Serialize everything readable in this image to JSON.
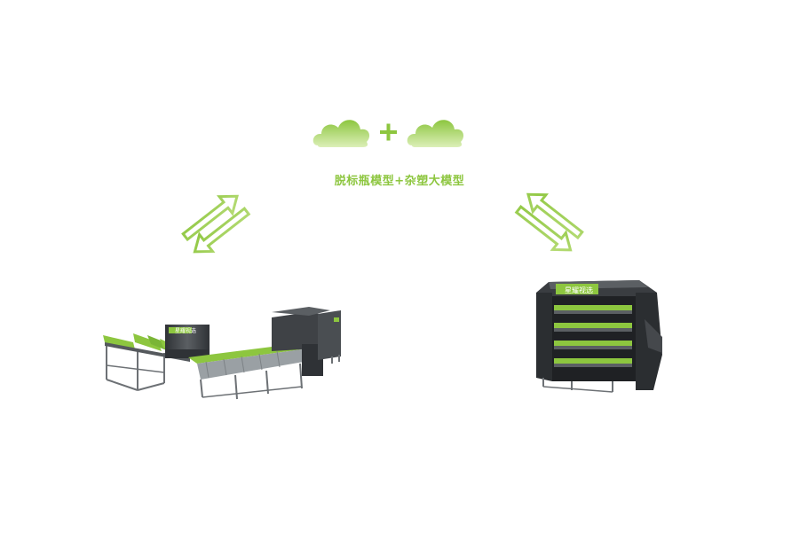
{
  "diagram": {
    "caption": "脱标瓶模型+杂塑大模型",
    "operator": "+",
    "left_machine_logo": "星耀视选",
    "right_machine_logo": "星耀视选"
  },
  "colors": {
    "accent_green": "#8dc63f",
    "light_green": "#c6e48b",
    "machine_dark": "#3f4246",
    "machine_mid": "#5b5f63",
    "frame": "#6d7175"
  },
  "icons": [
    "cloud-icon",
    "plus-icon",
    "bidirectional-arrow-icon"
  ]
}
